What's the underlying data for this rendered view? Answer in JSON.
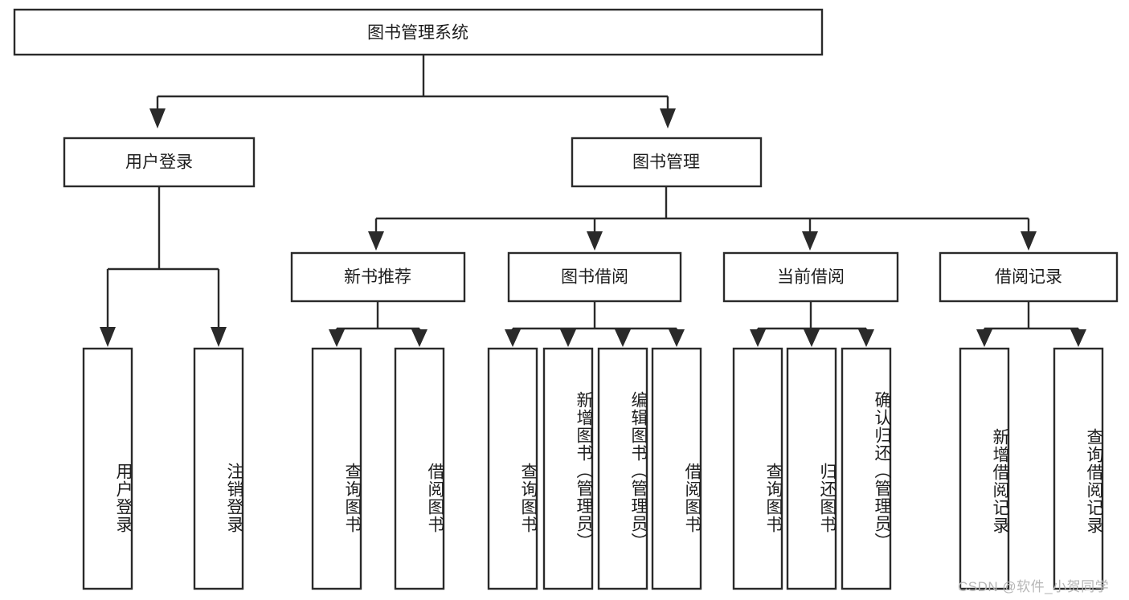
{
  "diagram": {
    "type": "tree-hierarchy",
    "title": "图书管理系统",
    "background_color": "#ffffff",
    "stroke_color": "#2a2a2a",
    "text_color": "#1d1d1d",
    "levels": 4,
    "root": {
      "id": "root",
      "label": "图书管理系统",
      "orientation": "horizontal"
    },
    "level2": [
      {
        "id": "user-login",
        "label": "用户登录",
        "orientation": "horizontal"
      },
      {
        "id": "book-manage",
        "label": "图书管理",
        "orientation": "horizontal"
      }
    ],
    "level3": [
      {
        "id": "new-book-recommend",
        "label": "新书推荐",
        "orientation": "horizontal",
        "parent": "book-manage"
      },
      {
        "id": "book-borrow",
        "label": "图书借阅",
        "orientation": "horizontal",
        "parent": "book-manage"
      },
      {
        "id": "current-borrow",
        "label": "当前借阅",
        "orientation": "horizontal",
        "parent": "book-manage"
      },
      {
        "id": "borrow-record",
        "label": "借阅记录",
        "orientation": "horizontal",
        "parent": "book-manage"
      }
    ],
    "leaves": [
      {
        "id": "leaf-user-login",
        "label": "用户登录",
        "orientation": "vertical",
        "parent": "user-login"
      },
      {
        "id": "leaf-user-logout",
        "label": "注销登录",
        "orientation": "vertical",
        "parent": "user-login"
      },
      {
        "id": "leaf-query-book-1",
        "label": "查询图书",
        "orientation": "vertical",
        "parent": "new-book-recommend"
      },
      {
        "id": "leaf-borrow-book-1",
        "label": "借阅图书",
        "orientation": "vertical",
        "parent": "new-book-recommend"
      },
      {
        "id": "leaf-query-book-2",
        "label": "查询图书",
        "orientation": "vertical",
        "parent": "book-borrow"
      },
      {
        "id": "leaf-add-book",
        "label": "新增图书（管理员）",
        "orientation": "vertical",
        "parent": "book-borrow"
      },
      {
        "id": "leaf-edit-book",
        "label": "编辑图书（管理员）",
        "orientation": "vertical",
        "parent": "book-borrow"
      },
      {
        "id": "leaf-borrow-book-2",
        "label": "借阅图书",
        "orientation": "vertical",
        "parent": "book-borrow"
      },
      {
        "id": "leaf-query-book-3",
        "label": "查询图书",
        "orientation": "vertical",
        "parent": "current-borrow"
      },
      {
        "id": "leaf-return-book",
        "label": "归还图书",
        "orientation": "vertical",
        "parent": "current-borrow"
      },
      {
        "id": "leaf-confirm-return",
        "label": "确认归还（管理员）",
        "orientation": "vertical",
        "parent": "current-borrow"
      },
      {
        "id": "leaf-add-record",
        "label": "新增借阅记录",
        "orientation": "vertical",
        "parent": "borrow-record"
      },
      {
        "id": "leaf-query-record",
        "label": "查询借阅记录",
        "orientation": "vertical",
        "parent": "borrow-record"
      }
    ]
  },
  "watermark": {
    "text": "CSDN @软件_小贺同学",
    "color": "#b6b6b6"
  }
}
